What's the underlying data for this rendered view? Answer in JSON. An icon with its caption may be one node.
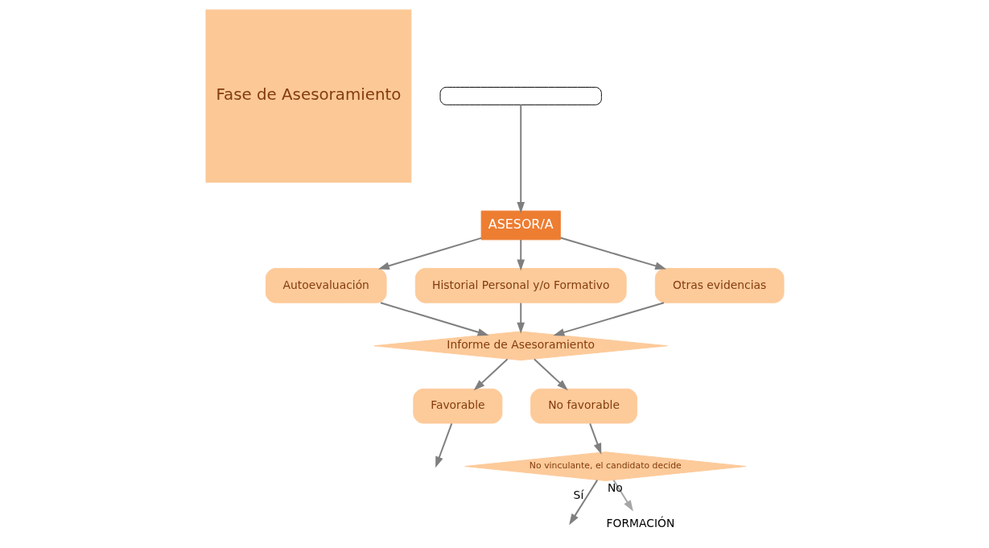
{
  "diagram": {
    "nodes": [
      {
        "text": [
          "Fase de Asesoramiento"
        ]
      },
      {
        "text": [],
        "shape": "box"
      },
      {
        "text": [
          "ASESOR/A"
        ]
      },
      {
        "text": [
          "Autoevaluación"
        ]
      },
      {
        "text": [
          "Historial Personal y/o Formativo"
        ]
      },
      {
        "text": [
          "Otras evidencias"
        ]
      },
      {
        "text": [
          "Informe de Asesoramiento"
        ]
      },
      {
        "text": [
          "No favorable"
        ]
      },
      {
        "text": [
          "Favorable"
        ]
      },
      {
        "text": [
          "No vinculante, el candidato decide"
        ]
      },
      {
        "text": [
          "FORMACIÓN"
        ]
      }
    ],
    "edges": [
      {
        "from": 1,
        "to": 2,
        "arrow": "to"
      },
      {
        "from": 2,
        "to": 3,
        "arrow": "to"
      },
      {
        "from": 2,
        "to": 4,
        "arrow": "to"
      },
      {
        "from": 2,
        "to": 5,
        "arrow": "to"
      },
      {
        "from": 3,
        "to": 6,
        "arrow": "to"
      },
      {
        "from": 4,
        "to": 6,
        "arrow": "to"
      },
      {
        "from": 5,
        "to": 6,
        "arrow": "to"
      },
      {
        "from": 6,
        "to": 7,
        "arrow": "to"
      },
      {
        "from": 6,
        "to": 8,
        "arrow": "to"
      },
      {
        "from": 7,
        "to": 9,
        "arrow": "to"
      },
      {
        "from": 8,
        "to": null,
        "arrow": "to"
      },
      {
        "from": 9,
        "to": null,
        "label": "Sí",
        "arrow": "to"
      },
      {
        "from": 9,
        "to": 10,
        "label": "No",
        "arrow": "to",
        "color": "#a6a6a6"
      }
    ]
  }
}
